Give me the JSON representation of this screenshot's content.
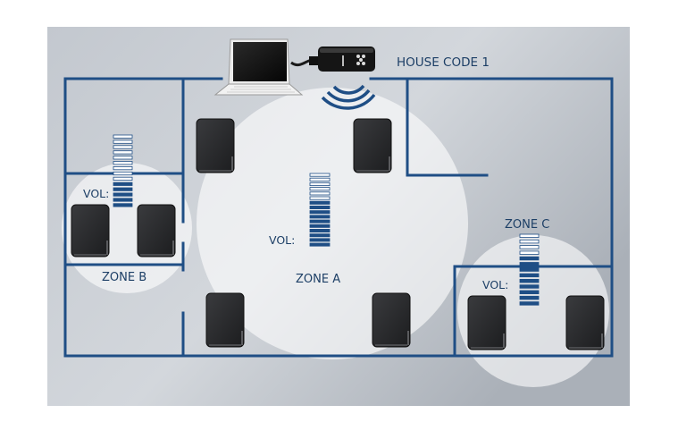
{
  "labels": {
    "house_code": "HOUSE CODE 1",
    "zone_a": "ZONE A",
    "zone_b": "ZONE B",
    "zone_c": "ZONE C",
    "vol_a": "VOL:",
    "vol_b": "VOL:",
    "vol_c": "VOL:"
  },
  "colors": {
    "wall": "#1f4e85",
    "label": "#1d3f66",
    "vol_filled": "#1f4e85",
    "vol_empty": "#ffffff",
    "zone_circle": "#ffffff",
    "speaker_body": "#2b2c2e",
    "signal": "#1f4e85"
  },
  "volume": {
    "zone_a": {
      "segments": 16,
      "filled": 10
    },
    "zone_b": {
      "segments": 14,
      "filled": 5
    },
    "zone_c": {
      "segments": 13,
      "filled": 9
    }
  },
  "icons": {
    "computer": "laptop-icon",
    "transmitter": "usb-transmitter-icon",
    "signal": "wireless-signal-icon",
    "speaker": "speaker-icon"
  }
}
